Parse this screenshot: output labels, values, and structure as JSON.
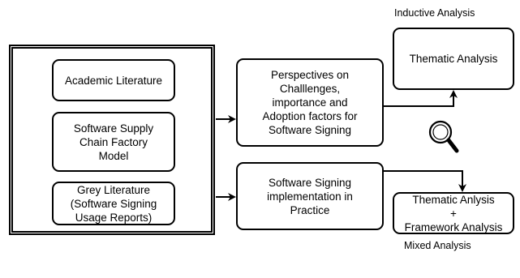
{
  "labels": {
    "inductive": "Inductive Analysis",
    "mixed": "Mixed Analysis"
  },
  "sources": {
    "academic": "Academic Literature",
    "factory": "Software Supply\nChain Factory\nModel",
    "grey": "Grey Literature\n(Software Signing\nUsage Reports)"
  },
  "middle": {
    "perspectives": "Perspectives on\nChalllenges,\nimportance and\nAdoption factors for\nSoftware Signing",
    "implementation": "Software Signing\nimplementation in\nPractice"
  },
  "analysis": {
    "thematic": "Thematic Analysis",
    "mixed_box": "Thematic Anlysis\n+\nFramework Analysis"
  },
  "icons": {
    "magnifier": "magnifier-icon"
  }
}
